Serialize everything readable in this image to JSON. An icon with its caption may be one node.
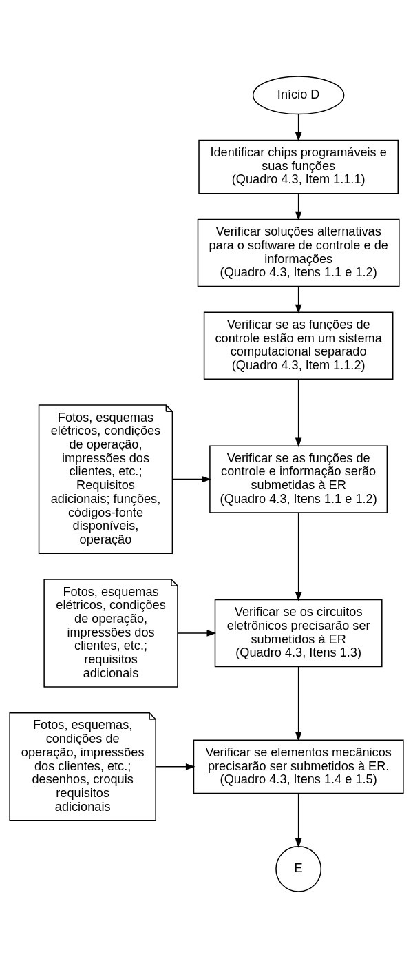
{
  "diagram": {
    "nodes": [
      {
        "text": [
          "Início D"
        ]
      },
      {
        "text": [
          "Identificar chips programáveis e suas funções",
          "(Quadro 4.3, Item 1.1.1)"
        ]
      },
      {
        "text": [
          "Verificar soluções alternativas para o software de controle e de informações",
          "(Quadro 4.3, Itens 1.1 e 1.2)"
        ]
      },
      {
        "text": [
          "Verificar se as funções de controle estão em um sistema computacional separado",
          "(Quadro 4.3, Item 1.1.2)"
        ]
      },
      {
        "text": [
          "Fotos, esquemas elétricos, condições de operação, impressões dos clientes, etc.; Requisitos adicionais; funções, códigos-fonte disponíveis, operação"
        ]
      },
      {
        "text": [
          "Verificar se as funções de controle e informação serão submetidas à ER",
          "(Quadro 4.3, Itens 1.1 e 1.2)"
        ]
      },
      {
        "text": [
          "Fotos, esquemas elétricos, condições de operação, impressões dos clientes, etc.; requisitos adicionais"
        ]
      },
      {
        "text": [
          "Verificar se os circuitos eletrônicos precisarão ser submetidos à ER",
          "(Quadro 4.3, Itens 1.3)"
        ]
      },
      {
        "text": [
          "Fotos, esquemas, condições de operação, impressões dos clientes, etc.; desenhos, croquis requisitos adicionais"
        ]
      },
      {
        "text": [
          "Verificar se elementos mecânicos precisarão ser submetidos à ER.",
          "(Quadro 4.3, Itens 1.4 e 1.5)"
        ]
      },
      {
        "text": [
          "E"
        ]
      }
    ],
    "edges": [
      {
        "from": 0,
        "to": 1,
        "arrow": "to"
      },
      {
        "from": 1,
        "to": 2,
        "arrow": "to"
      },
      {
        "from": 2,
        "to": 3,
        "arrow": "to"
      },
      {
        "from": 3,
        "to": 5,
        "arrow": "to"
      },
      {
        "from": 4,
        "to": 5,
        "arrow": "to"
      },
      {
        "from": 5,
        "to": 7,
        "arrow": "to"
      },
      {
        "from": 6,
        "to": 7,
        "arrow": "to"
      },
      {
        "from": 7,
        "to": 9,
        "arrow": "to"
      },
      {
        "from": 8,
        "to": 9,
        "arrow": "to"
      },
      {
        "from": 9,
        "to": 10,
        "arrow": "to"
      }
    ]
  }
}
